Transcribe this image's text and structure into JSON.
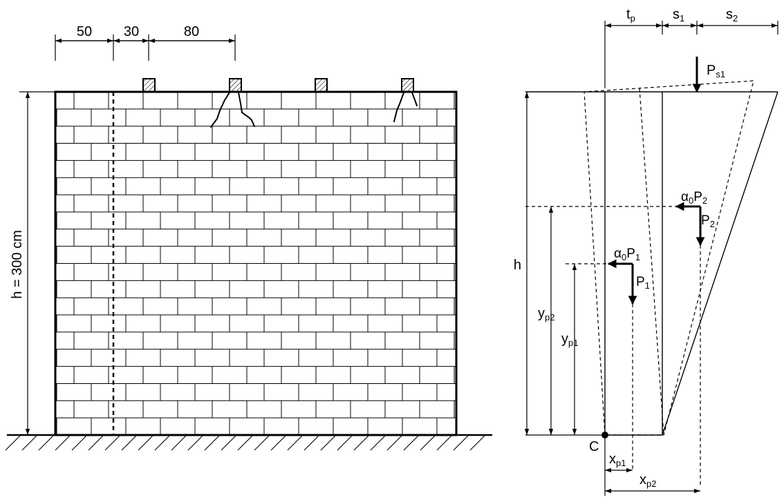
{
  "left": {
    "dim_top": [
      "50",
      "30",
      "80"
    ],
    "height_label": "h = 300 cm"
  },
  "right": {
    "dim_top": {
      "tp": {
        "main": "t",
        "sub": "p"
      },
      "s1": {
        "main": "s",
        "sub": "1"
      },
      "s2": {
        "main": "s",
        "sub": "2"
      }
    },
    "loads": {
      "ps1": {
        "main": "P",
        "sub": "s1"
      },
      "a0p2": {
        "pre": "α",
        "pre_sub": "0",
        "main": "P",
        "sub": "2"
      },
      "p2": {
        "main": "P",
        "sub": "2"
      },
      "a0p1": {
        "pre": "α",
        "pre_sub": "0",
        "main": "P",
        "sub": "1"
      },
      "p1": {
        "main": "P",
        "sub": "1"
      }
    },
    "dims_left": {
      "h": "h",
      "yp2": {
        "main": "y",
        "sub": "p2"
      },
      "yp1": {
        "main": "y",
        "sub": "p1"
      }
    },
    "dims_bottom": {
      "xp1": {
        "main": "x",
        "sub": "p1"
      },
      "xp2": {
        "main": "x",
        "sub": "p2"
      }
    },
    "pivot": "C"
  }
}
